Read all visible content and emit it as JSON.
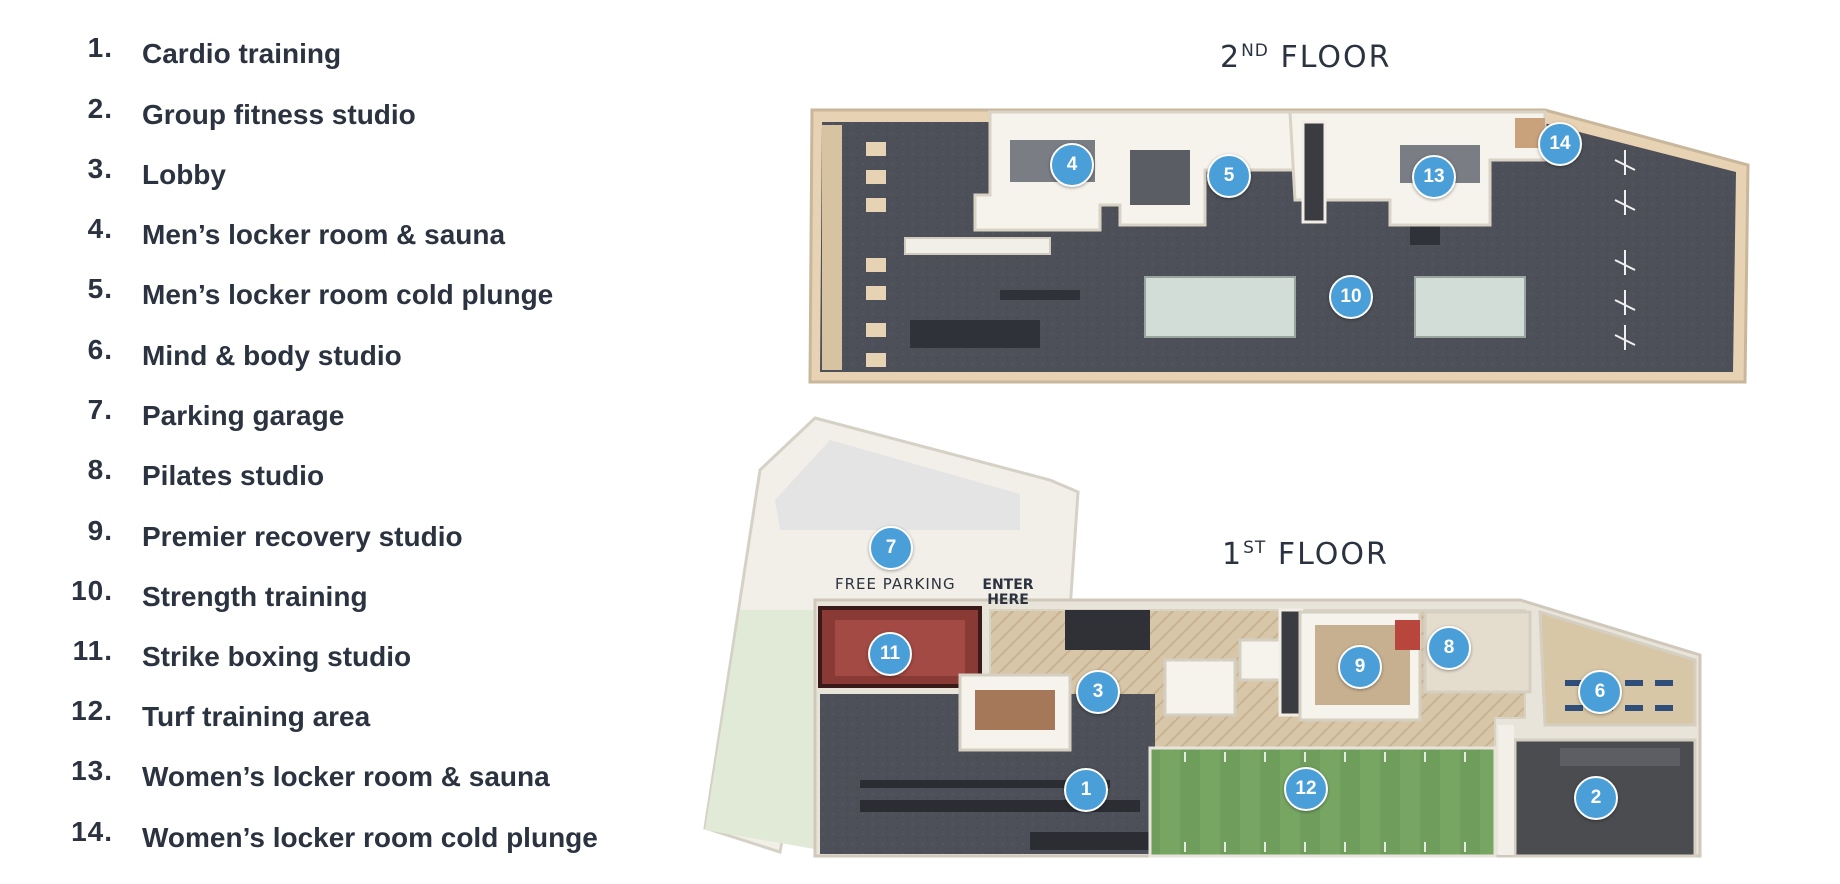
{
  "legend": {
    "items": [
      {
        "number": "1.",
        "label": "Cardio training"
      },
      {
        "number": "2.",
        "label": "Group fitness studio"
      },
      {
        "number": "3.",
        "label": "Lobby"
      },
      {
        "number": "4.",
        "label": "Men’s locker room & sauna"
      },
      {
        "number": "5.",
        "label": "Men’s locker room cold plunge"
      },
      {
        "number": "6.",
        "label": "Mind & body studio"
      },
      {
        "number": "7.",
        "label": "Parking garage"
      },
      {
        "number": "8.",
        "label": "Pilates studio"
      },
      {
        "number": "9.",
        "label": "Premier recovery studio"
      },
      {
        "number": "10.",
        "label": "Strength training"
      },
      {
        "number": "11.",
        "label": "Strike boxing studio"
      },
      {
        "number": "12.",
        "label": "Turf training area"
      },
      {
        "number": "13.",
        "label": "Women’s locker room & sauna"
      },
      {
        "number": "14.",
        "label": "Women’s locker room cold plunge"
      }
    ]
  },
  "floors": {
    "second": {
      "ordinal": "2",
      "suffix": "ND",
      "word": "FLOOR"
    },
    "first": {
      "ordinal": "1",
      "suffix": "ST",
      "word": "FLOOR"
    }
  },
  "map_labels": {
    "free_parking": "FREE PARKING",
    "enter_line1": "ENTER",
    "enter_line2": "HERE"
  },
  "markers": {
    "m1": "1",
    "m2": "2",
    "m3": "3",
    "m4": "4",
    "m5": "5",
    "m6": "6",
    "m7": "7",
    "m8": "8",
    "m9": "9",
    "m10": "10",
    "m11": "11",
    "m12": "12",
    "m13": "13",
    "m14": "14"
  },
  "colors": {
    "marker": "#4a9fd8",
    "floor_gray": "#4a4d55",
    "wall": "#f4f1ea",
    "wood_floor": "#d6c3a5",
    "turf": "#6f9e5c",
    "boxing_red": "#8a3a34",
    "glass": "#cfd8d4"
  }
}
